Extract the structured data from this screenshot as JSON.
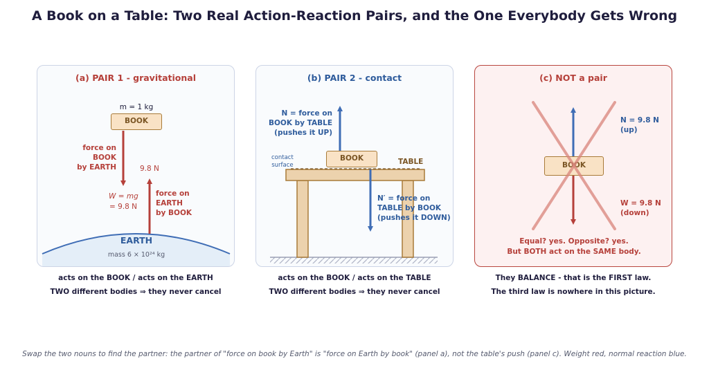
{
  "title": "A Book on a Table: Two Real Action-Reaction Pairs, and the One Everybody Gets Wrong",
  "panel_a": {
    "title": "(a)  PAIR 1 - gravitational",
    "mass_label": "m = 1 kg",
    "book_label": "BOOK",
    "force_book_by_earth": [
      "force on",
      "BOOK",
      "by EARTH"
    ],
    "force_value": "9.8 N",
    "weight_formula": "W = mg",
    "weight_value": "= 9.8 N",
    "force_earth_by_book": [
      "force on",
      "EARTH",
      "by BOOK"
    ],
    "earth_label": "EARTH",
    "earth_mass": "mass 6 × 10²⁴ kg",
    "caption_line1": "acts on the BOOK   /   acts on the EARTH",
    "caption_line2": "TWO different bodies ⇒ they never cancel"
  },
  "panel_b": {
    "title": "(b)  PAIR 2 - contact",
    "normal_force_label": [
      "N = force on",
      "BOOK by TABLE",
      "(pushes it UP)"
    ],
    "contact_surface": [
      "contact",
      "surface"
    ],
    "book_label": "BOOK",
    "table_label": "TABLE",
    "reaction_force_label": [
      "N′ = force on",
      "TABLE by BOOK",
      "(pushes it DOWN)"
    ],
    "caption_line1": "acts on the BOOK   /   acts on the TABLE",
    "caption_line2": "TWO different bodies ⇒ they never cancel"
  },
  "panel_c": {
    "title": "(c)  NOT a pair",
    "normal_label": [
      "N = 9.8 N",
      "(up)"
    ],
    "book_label": "BOOK",
    "weight_label": [
      "W = 9.8 N",
      "(down)"
    ],
    "note_line1": "Equal? yes.   Opposite? yes.",
    "note_line2": "But BOTH act on the SAME body.",
    "caption_line1": "They BALANCE - that is the FIRST law.",
    "caption_line2": "The third law is nowhere in this picture."
  },
  "footer": "Swap the two nouns to find the partner: the partner of \"force on book by Earth\" is \"force on Earth by book\" (panel a), not the table's push (panel c). Weight red, normal reaction blue.",
  "colors": {
    "weight_red": "#b5403a",
    "normal_blue": "#3f6db5",
    "book_fill": "#f9e2c5",
    "wrong_bg": "#fdf1f1"
  }
}
